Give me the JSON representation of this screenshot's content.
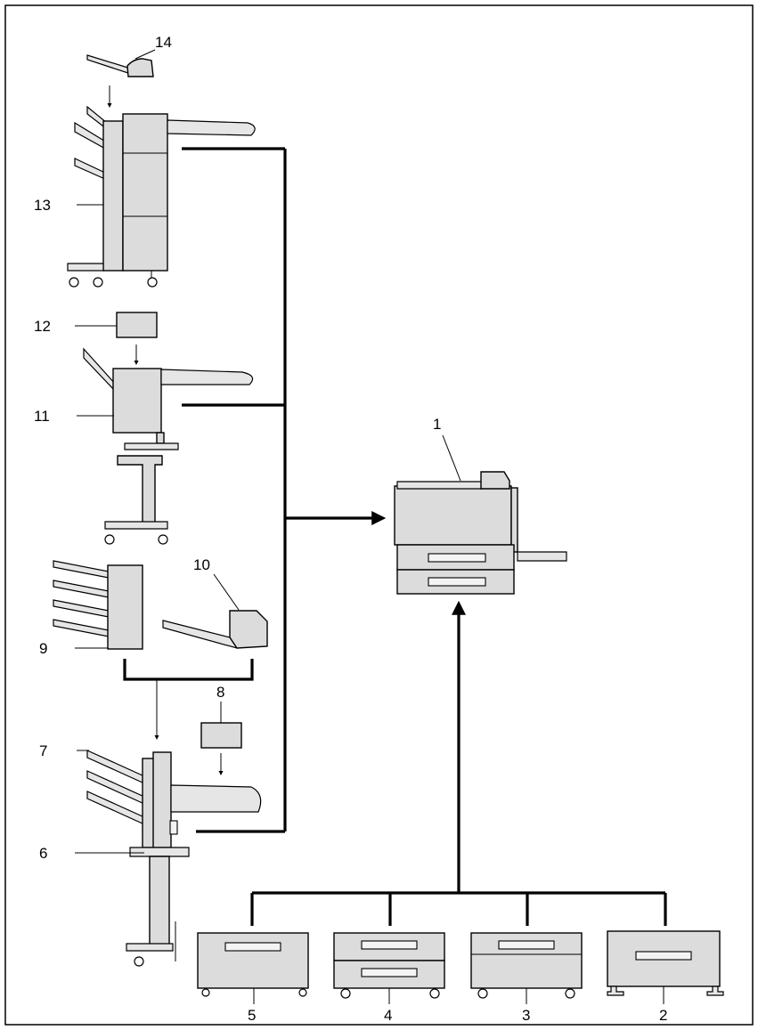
{
  "diagram": {
    "labels": {
      "l1": "1",
      "l2": "2",
      "l3": "3",
      "l4": "4",
      "l5": "5",
      "l6": "6",
      "l7": "7",
      "l8": "8",
      "l9": "9",
      "l10": "10",
      "l11": "11",
      "l12": "12",
      "l13": "13",
      "l14": "14"
    }
  }
}
